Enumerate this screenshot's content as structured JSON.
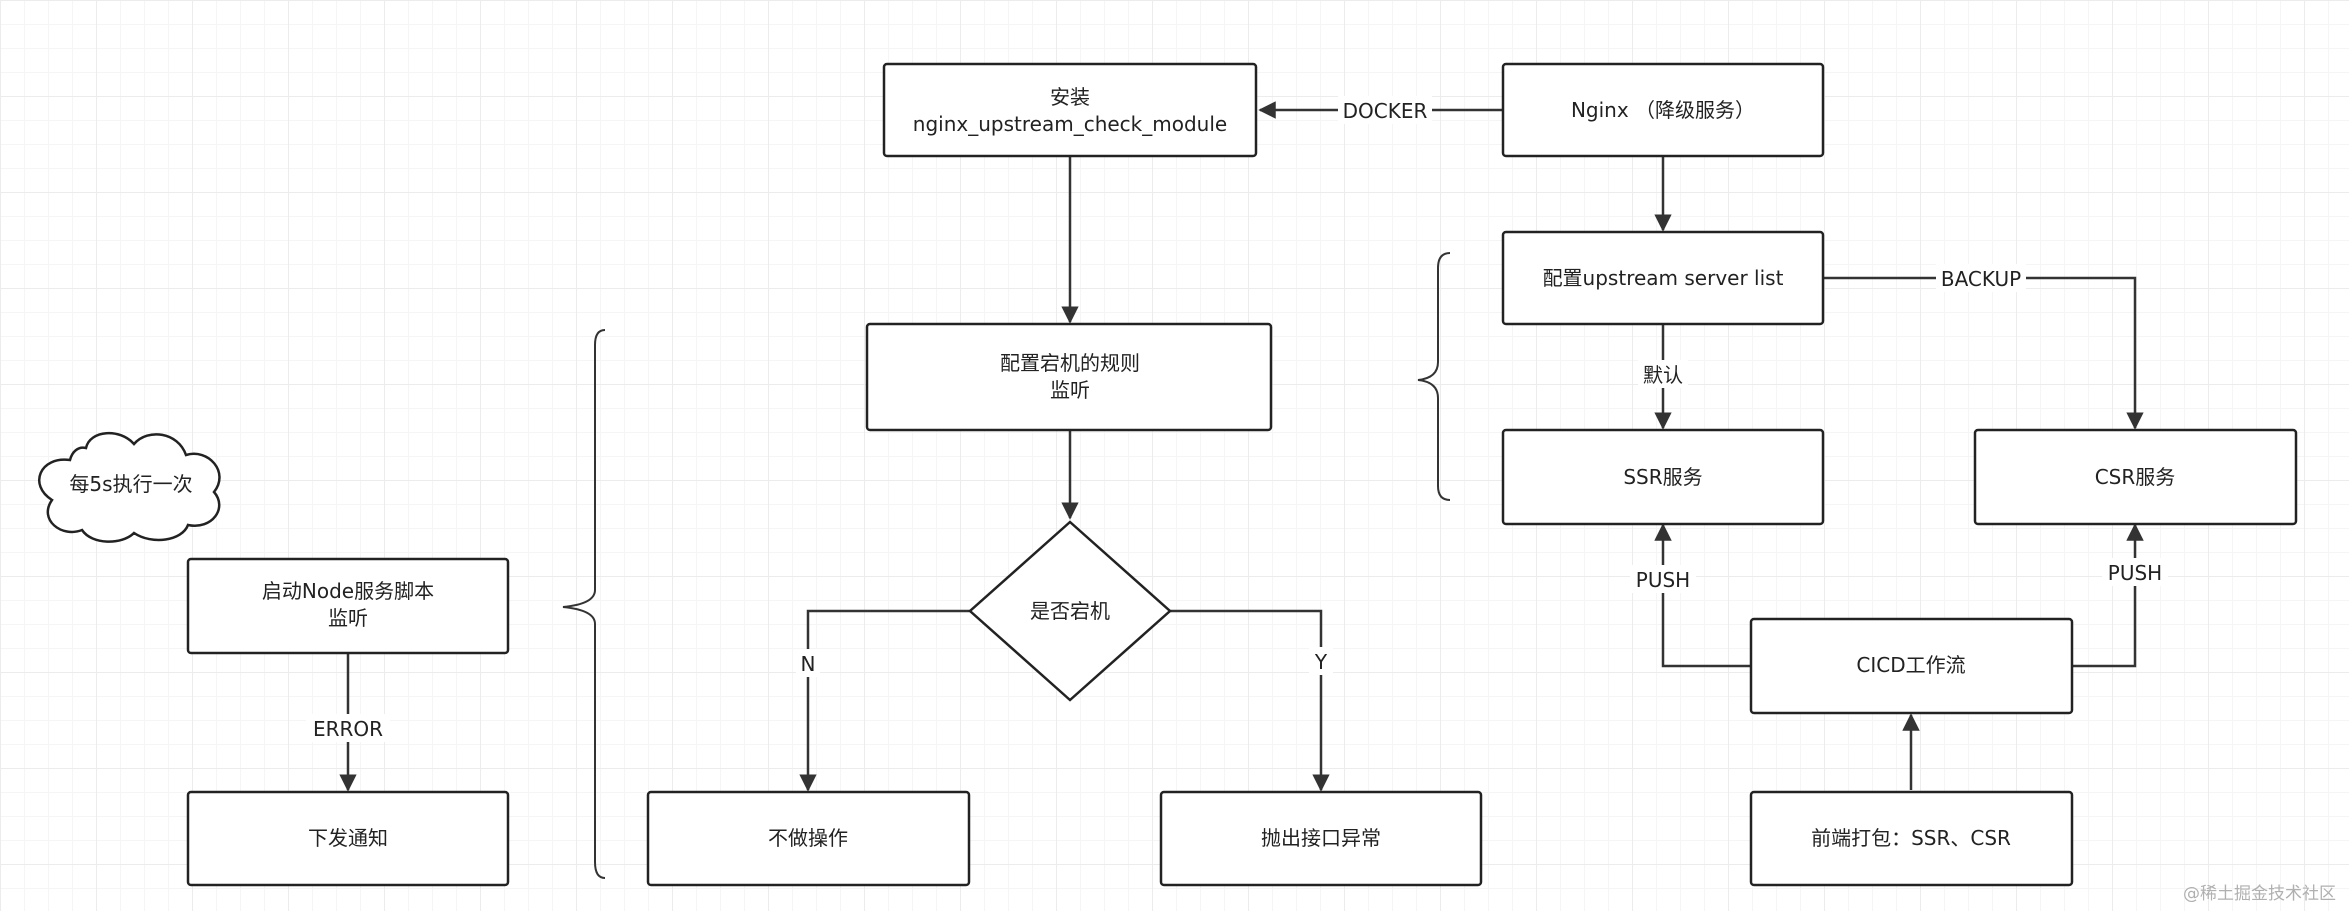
{
  "diagram": {
    "nodes": {
      "install": {
        "line1": "安装",
        "line2": "nginx_upstream_check_module"
      },
      "nginx": {
        "line1": "Nginx （降级服务）"
      },
      "upstream": {
        "line1": "配置upstream server list"
      },
      "rules": {
        "line1": "配置宕机的规则",
        "line2": "监听"
      },
      "ssr": {
        "line1": "SSR服务"
      },
      "csr": {
        "line1": "CSR服务"
      },
      "cloud": {
        "line1": "每5s执行一次"
      },
      "node_script": {
        "line1": "启动Node服务脚本",
        "line2": "监听"
      },
      "decision": {
        "line1": "是否宕机"
      },
      "cicd": {
        "line1": "CICD工作流"
      },
      "notify": {
        "line1": "下发通知"
      },
      "noop": {
        "line1": "不做操作"
      },
      "throw": {
        "line1": "抛出接口异常"
      },
      "build": {
        "line1": "前端打包：SSR、CSR"
      }
    },
    "edge_labels": {
      "docker": "DOCKER",
      "backup": "BACKUP",
      "default": "默认",
      "push_ssr": "PUSH",
      "push_csr": "PUSH",
      "error": "ERROR",
      "no": "N",
      "yes": "Y"
    },
    "watermark": "@稀土掘金技术社区"
  }
}
